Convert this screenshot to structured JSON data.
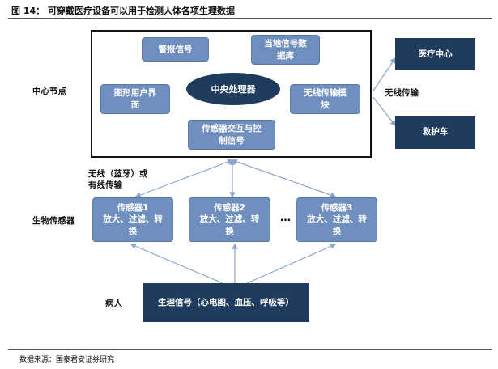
{
  "figure": {
    "title": "图 14：  可穿戴医疗设备可以用于检测人体各项生理数据",
    "source": "数据来源：国泰君安证券研究"
  },
  "labels": {
    "center_node": "中心节点",
    "biosensor": "生物传感器",
    "patient": "病人",
    "wireless_transmission": "无线传输",
    "wireless_bluetooth_line1": "无线（蓝牙）或",
    "wireless_bluetooth_line2": "有线传输",
    "ellipsis": "…"
  },
  "center": {
    "cpu": "中央处理器",
    "alarm": "警报信号",
    "local_db_line1": "当地信号数",
    "local_db_line2": "据库",
    "gui_line1": "图形用户界",
    "gui_line2": "面",
    "wireless_module_line1": "无线传输模",
    "wireless_module_line2": "块",
    "sensor_interact_line1": "传感器交互与控",
    "sensor_interact_line2": "制信号"
  },
  "external": {
    "medical_center": "医疗中心",
    "ambulance": "救护车"
  },
  "sensors": [
    {
      "line1": "传感器1",
      "line2": "放大、过滤、转",
      "line3": "换"
    },
    {
      "line1": "传感器2",
      "line2": "放大、过滤、转",
      "line3": "换"
    },
    {
      "line1": "传感器3",
      "line2": "放大、过滤、转",
      "line3": "换"
    }
  ],
  "physio_signal": "生理信号（心电图、血压、呼吸等）",
  "colors": {
    "dark_navy": "#1f3b5e",
    "steel_blue": "#6f8fbf",
    "arrow_blue": "#8aa6cf"
  }
}
